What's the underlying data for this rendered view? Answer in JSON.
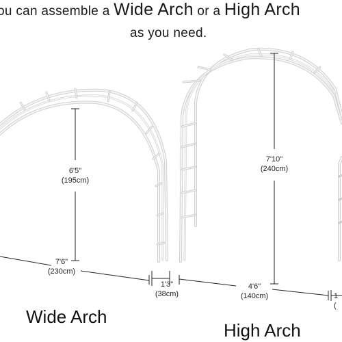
{
  "headline": {
    "line1_prefix": "ou can assemble a ",
    "option1": "Wide Arch",
    "joiner": " or a ",
    "option2": "High Arch",
    "line2": "as you need."
  },
  "wide_arch": {
    "label": "Wide Arch",
    "height_ft": "6'5\"",
    "height_cm": "(195cm)",
    "width_ft": "7'6\"",
    "width_cm": "(230cm)",
    "depth_ft": "1'3\"",
    "depth_cm": "(38cm)"
  },
  "high_arch": {
    "label": "High Arch",
    "height_ft": "7'10\"",
    "height_cm": "(240cm)",
    "width_ft": "4'6\"",
    "width_cm": "(140cm)",
    "depth_ft": "1",
    "depth_cm": "("
  }
}
